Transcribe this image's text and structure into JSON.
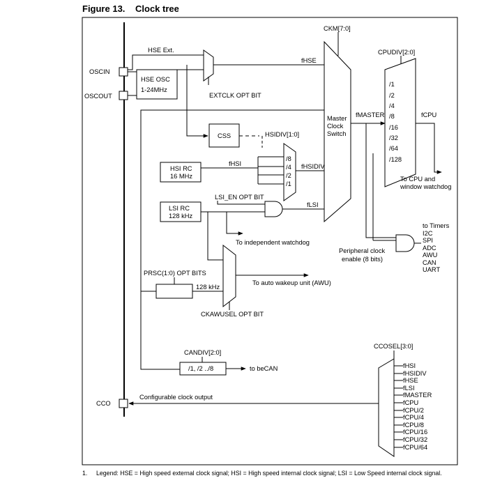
{
  "figure": {
    "number": "Figure 13.",
    "title": "Clock tree"
  },
  "pins": {
    "oscin": "OSCIN",
    "oscout": "OSCOUT",
    "cco": "CCO"
  },
  "blocks": {
    "hse_osc": {
      "name": "HSE OSC",
      "range": "1-24MHz"
    },
    "css": "CSS",
    "hsi_rc": {
      "name": "HSI RC",
      "freq": "16 MHz"
    },
    "lsi_rc": {
      "name": "LSI RC",
      "freq": "128 kHz"
    },
    "master_switch": [
      "Master",
      "Clock",
      "Switch"
    ],
    "candiv_box": "/1, /2 ../8"
  },
  "labels": {
    "hse_ext": "HSE Ext.",
    "extclk": "EXTCLK OPT BIT",
    "fhse": "fHSE",
    "ckm": "CKM[7:0]",
    "hsidiv": "HSIDIV[1:0]",
    "fhsi": "fHSI",
    "fhsidiv": "fHSIDIV",
    "lsi_en": "LSI_EN OPT BIT",
    "flsi": "fLSI",
    "fmaster": "fMASTER",
    "cpudiv": "CPUDIV[2:0]",
    "fcpu": "fCPU",
    "to_cpu": [
      "To CPU and",
      "window watchdog"
    ],
    "to_iwdg": "To independent watchdog",
    "prsc": "PRSC(1:0) OPT BITS",
    "khz128": "128 kHz",
    "to_awu": "To auto wakeup unit (AWU)",
    "ckawusel": "CKAWUSEL OPT BIT",
    "periph": [
      "Peripheral clock",
      "enable (8 bits)"
    ],
    "candiv": "CANDIV[2:0]",
    "to_becan": "to beCAN",
    "ccosel": "CCOSEL[3:0]",
    "cco_out": "Configurable clock output"
  },
  "hsidiv_inputs": [
    "/8",
    "/4",
    "/2",
    "/1"
  ],
  "cpudiv_inputs": [
    "/1",
    "/2",
    "/4",
    "/8",
    "/16",
    "/32",
    "/64",
    "/128"
  ],
  "timers": [
    "to Timers",
    "I2C",
    "SPI",
    "ADC",
    "AWU",
    "CAN",
    "UART"
  ],
  "cco_inputs": [
    "fHSI",
    "fHSIDIV",
    "fHSE",
    "fLSI",
    "fMASTER",
    "fCPU",
    "fCPU/2",
    "fCPU/4",
    "fCPU/8",
    "fCPU/16",
    "fCPU/32",
    "fCPU/64"
  ],
  "footnote": {
    "number": "1.",
    "lead": "Legend:",
    "text": "HSE = High speed external clock signal; HSI = High speed internal clock signal; LSI = Low Speed internal clock signal."
  }
}
